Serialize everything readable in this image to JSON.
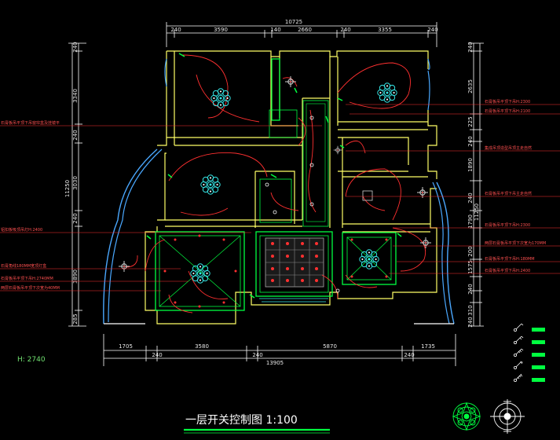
{
  "drawing": {
    "title": "一层开关控制图 1:100",
    "height_label": "H: 2740",
    "colors": {
      "background": "#000000",
      "wall": "#ffff66",
      "dimension": "#ffffff",
      "window": "#4aa8ff",
      "green": "#00ff40",
      "wire": "#ff3030",
      "annotation": "#ff4040",
      "fixture": "#36e6e6",
      "title": "#ffffff"
    }
  },
  "dimensions": {
    "top": {
      "total": "10725",
      "segments": [
        "240",
        "3590",
        "140",
        "2660",
        "240",
        "3355",
        "240"
      ]
    },
    "bottom": {
      "total": "13905",
      "upper": [
        "1705",
        "3580",
        "5870",
        "1735"
      ],
      "lower": [
        "240",
        "240",
        "240"
      ]
    },
    "left": {
      "total": "11250",
      "segments": [
        "240",
        "3340",
        "240",
        "3030",
        "240",
        "3890",
        "285"
      ]
    },
    "right": {
      "total": "11250",
      "segments": [
        "240",
        "2635",
        "225",
        "240",
        "1890",
        "240",
        "1790",
        "200",
        "1575",
        "240",
        "310",
        "240"
      ]
    }
  },
  "annotations": {
    "left": [
      "石膏板吊平顶下吊窗帘盒及挂镜平",
      "铝扣板吸顶吊灯H:2400",
      "石膏角线180MM宽顶灯盒",
      "石膏板吊平顶下吊H:2740MM",
      "两层石膏板吊平顶下次宽为40MM"
    ],
    "right": [
      "石膏板吊平顶下吊H:2300",
      "石膏板吊平顶下吊H:2100",
      "集成吊顶造型吊顶主走自然",
      "石膏板吊平顶下吊主走自然",
      "石膏板吊平顶下吊H:2300",
      "两层石膏板吊平顶下次宽为170MM",
      "石膏板吊平顶下吊H:180MM",
      "石膏板吊平顶下吊H:2400"
    ]
  },
  "legend": {
    "items": [
      {
        "icon": "single-switch-icon"
      },
      {
        "icon": "double-switch-icon"
      },
      {
        "icon": "triple-switch-icon"
      },
      {
        "icon": "dimmer-switch-icon"
      },
      {
        "icon": "four-gang-switch-icon"
      }
    ]
  },
  "symbols": [
    "north-arrow-symbol",
    "compass-symbol"
  ]
}
